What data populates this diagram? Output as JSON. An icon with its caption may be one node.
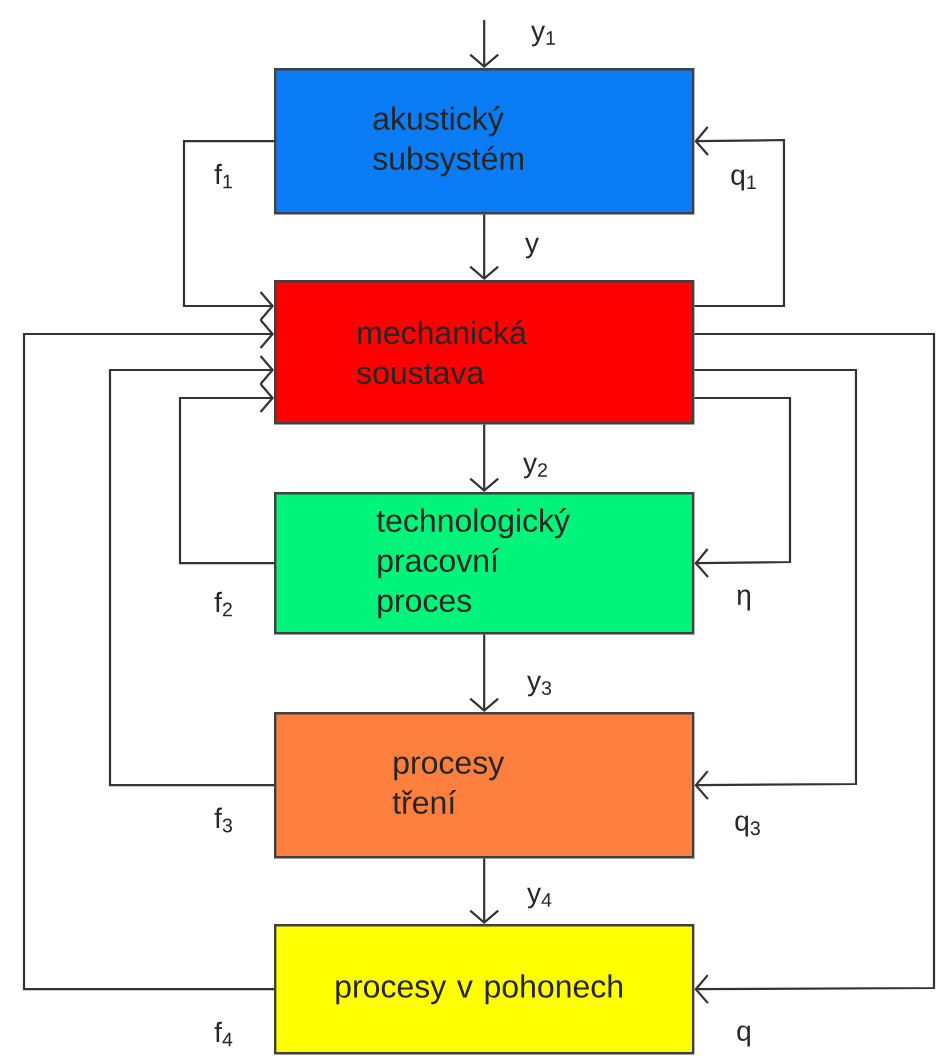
{
  "diagram": {
    "nodes": [
      {
        "text": [
          "akustický subsystém"
        ]
      },
      {
        "text": [
          "mechanická soustava"
        ]
      },
      {
        "text": [
          "technologický pracovní proces"
        ]
      },
      {
        "text": [
          "procesy tření"
        ]
      },
      {
        "text": [
          "procesy v pohonech"
        ]
      }
    ],
    "edges": [
      {
        "from": null,
        "to": 0,
        "arrow": "to",
        "label": "y$_{1}$"
      },
      {
        "from": 0,
        "to": 1,
        "arrow": "to",
        "label": "y"
      },
      {
        "from": 0,
        "to": 1,
        "arrow": "to",
        "label": "f$_{1}$"
      },
      {
        "from": 1,
        "to": 0,
        "arrow": "to",
        "label": "q$_{1}$"
      },
      {
        "from": 1,
        "to": 2,
        "arrow": "to",
        "label": "y$_{2}$"
      },
      {
        "from": 2,
        "to": 1,
        "arrow": "to",
        "label": "f$_{2}$"
      },
      {
        "from": 1,
        "to": 2,
        "arrow": "to",
        "label": "η"
      },
      {
        "from": 2,
        "to": 3,
        "arrow": "to",
        "label": "y$_{3}$"
      },
      {
        "from": 3,
        "to": 1,
        "arrow": "to",
        "label": "f$_{3}$"
      },
      {
        "from": 1,
        "to": 3,
        "arrow": "to",
        "label": "q$_{3}$"
      },
      {
        "from": 3,
        "to": 4,
        "arrow": "to",
        "label": "y$_{4}$"
      },
      {
        "from": 4,
        "to": 1,
        "arrow": "to",
        "label": "f$_{4}$"
      },
      {
        "from": 1,
        "to": 4,
        "arrow": "to",
        "label": "q"
      }
    ]
  }
}
